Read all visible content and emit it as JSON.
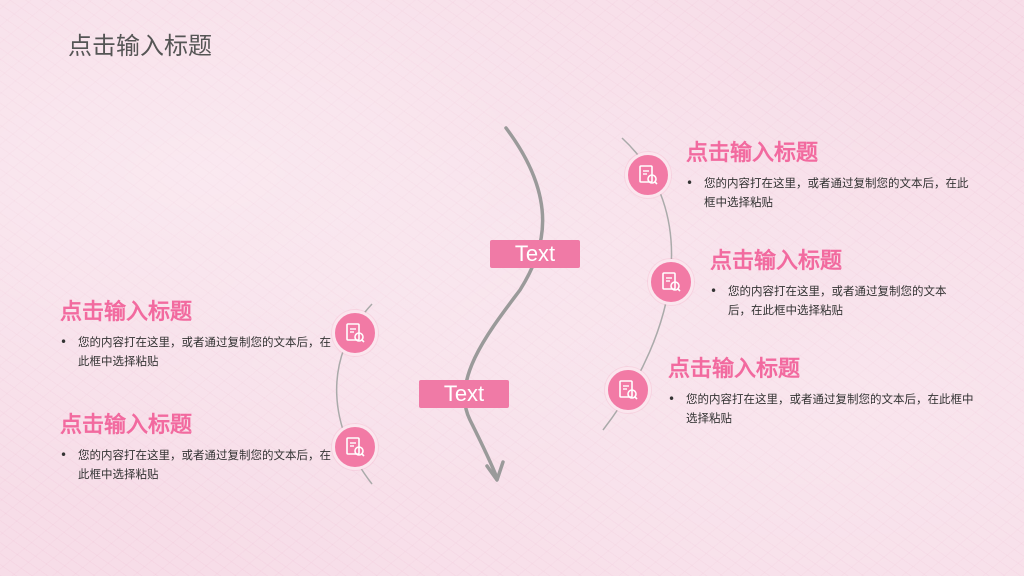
{
  "page_title": "点击输入标题",
  "tags": [
    "Text",
    "Text"
  ],
  "sections": [
    {
      "heading": "点击输入标题",
      "body": "您的内容打在这里，或者通过复制您的文本后，在此框中选择粘贴",
      "icon": "document-check-icon"
    },
    {
      "heading": "点击输入标题",
      "body": "您的内容打在这里，或者通过复制您的文本后，在此框中选择粘贴",
      "icon": "document-check-icon"
    },
    {
      "heading": "点击输入标题",
      "body": "您的内容打在这里，或者通过复制您的文本后，在此框中选择粘贴",
      "icon": "document-check-icon"
    },
    {
      "heading": "点击输入标题",
      "body": "您的内容打在这里，或者通过复制您的文本后，在此框中选择粘贴",
      "icon": "document-check-icon"
    },
    {
      "heading": "点击输入标题",
      "body": "您的内容打在这里，或者通过复制您的文本后，在此框中选择粘贴",
      "icon": "document-check-icon"
    }
  ],
  "colors": {
    "accent": "#f27aa5",
    "heading": "#f26a9f",
    "line": "#999999",
    "background": "#f7dde8"
  }
}
